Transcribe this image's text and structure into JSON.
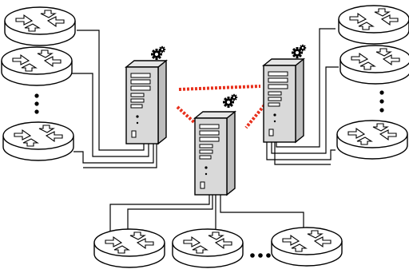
{
  "diagram": {
    "kind": "network-topology",
    "colors": {
      "line": "#000000",
      "fill": "#ffffff",
      "server_front": "#d9d9d9",
      "server_side": "#bdbdbd",
      "link_dotted": "#e8301c"
    },
    "icons": {
      "router": "router-icon",
      "server": "server-icon",
      "gear": "gear-icon"
    },
    "groups": {
      "left_routers": {
        "router_count": 3,
        "has_ellipsis": true
      },
      "right_routers": {
        "router_count": 3,
        "has_ellipsis": true
      },
      "bottom_routers": {
        "router_count": 3,
        "has_ellipsis": true
      }
    },
    "servers": [
      {
        "id": "left-server",
        "role": "server"
      },
      {
        "id": "right-server",
        "role": "server"
      },
      {
        "id": "center-server",
        "role": "server"
      }
    ],
    "inter_server_links": [
      {
        "from": "left-server",
        "to": "right-server",
        "style": "dotted-red"
      },
      {
        "from": "left-server",
        "to": "center-server",
        "style": "dotted-red"
      },
      {
        "from": "right-server",
        "to": "center-server",
        "style": "dotted-red"
      }
    ]
  }
}
